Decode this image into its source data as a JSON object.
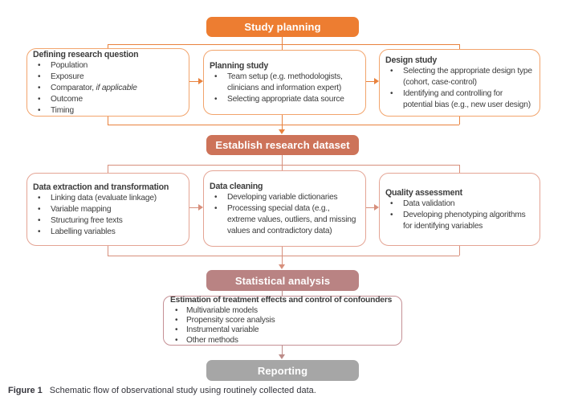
{
  "headers": {
    "study_planning": {
      "label": "Study planning",
      "bg": "#ED7D31"
    },
    "establish_dataset": {
      "label": "Establish research dataset",
      "bg": "#CD7359"
    },
    "statistical_analysis": {
      "label": "Statistical analysis",
      "bg": "#B98383"
    },
    "reporting": {
      "label": "Reporting",
      "bg": "#A6A6A6"
    }
  },
  "row1": {
    "box1": {
      "title": "Defining research question",
      "bullets": [
        "Population",
        "Exposure",
        "Comparator, ",
        "Outcome",
        "Timing"
      ],
      "bullet3_italic": "if applicable"
    },
    "box2": {
      "title": "Planning study",
      "bullets": [
        "Team setup (e.g.  methodologists, clinicians and information expert)",
        "Selecting appropriate data source"
      ]
    },
    "box3": {
      "title": "Design study",
      "bullets": [
        "Selecting the appropriate design type (cohort, case-control)",
        "Identifying and controlling for potential bias (e.g., new user design)"
      ]
    }
  },
  "row2": {
    "box1": {
      "title": "Data  extraction and transformation",
      "bullets": [
        "Linking data (evaluate linkage)",
        "Variable mapping",
        "Structuring free texts",
        "Labelling variables"
      ]
    },
    "box2": {
      "title": "Data cleaning",
      "bullets": [
        "Developing variable dictionaries",
        "Processing special data (e.g., extreme values, outliers, and missing values and contradictory data)"
      ]
    },
    "box3": {
      "title": "Quality assessment",
      "bullets": [
        "Data validation",
        "Developing phenotyping algorithms for identifying variables"
      ]
    }
  },
  "row3": {
    "box1": {
      "title": "Estimation of treatment effects and control of confounders",
      "bullets": [
        "Multivariable models",
        "Propensity score analysis",
        "Instrumental variable",
        "Other methods"
      ]
    }
  },
  "caption": {
    "label": "Figure 1",
    "text": "Schematic flow of observational study using routinely collected data."
  },
  "colors": {
    "row1_border": "#F2A46C",
    "row1_connector": "#E8823E",
    "row2_border": "#E4A494",
    "row2_connector": "#D78F7C",
    "row3_border": "#C59095",
    "row3_connector": "#BC8B88",
    "text": "#3C3C3C"
  }
}
